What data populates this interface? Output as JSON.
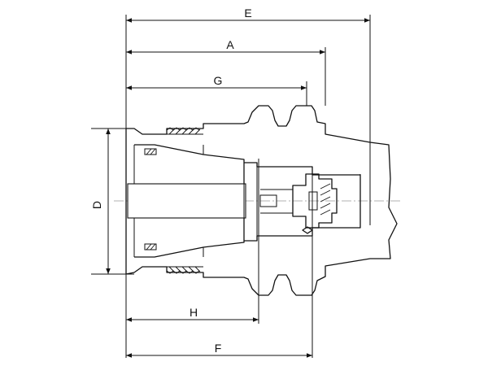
{
  "diagram": {
    "dimensions": {
      "E": "E",
      "A": "A",
      "G": "G",
      "D": "D",
      "H": "H",
      "F": "F"
    }
  }
}
